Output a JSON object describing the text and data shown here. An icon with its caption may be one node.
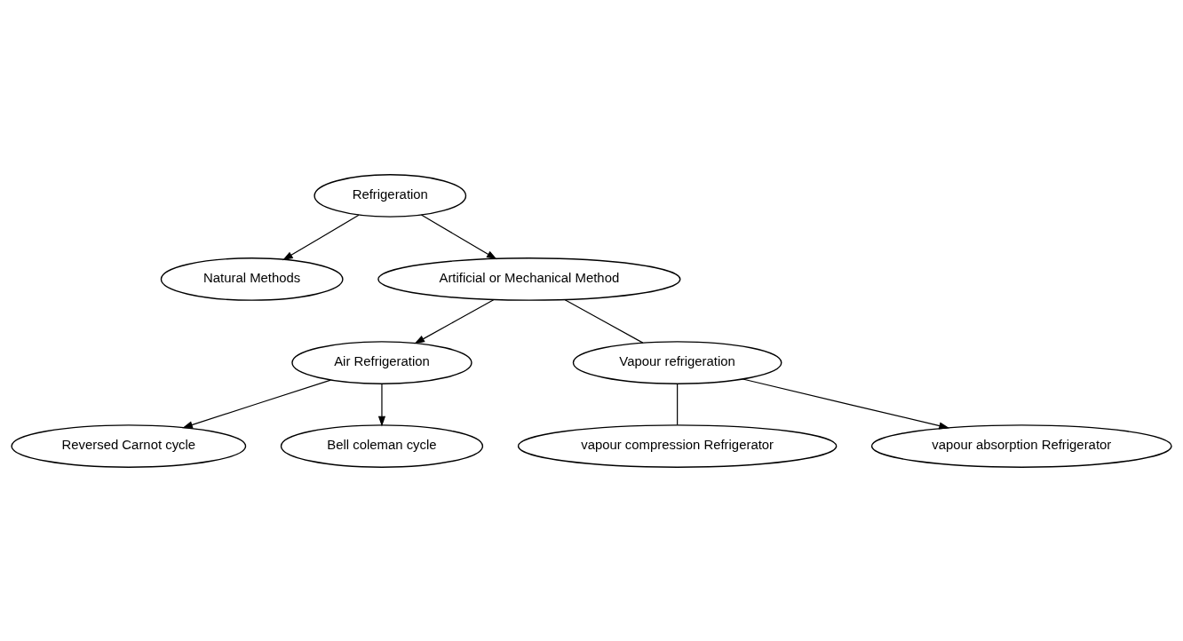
{
  "diagram": {
    "nodes": [
      {
        "text": [
          "Refrigeration"
        ]
      },
      {
        "text": [
          "Natural Methods"
        ]
      },
      {
        "text": [
          "Artificial or Mechanical Method"
        ]
      },
      {
        "text": [
          "Air Refrigeration"
        ]
      },
      {
        "text": [
          "Vapour refrigeration"
        ]
      },
      {
        "text": [
          "Reversed Carnot cycle"
        ]
      },
      {
        "text": [
          "Bell coleman cycle"
        ]
      },
      {
        "text": [
          "vapour compression Refrigerator"
        ]
      },
      {
        "text": [
          "vapour absorption Refrigerator"
        ]
      }
    ],
    "edges": [
      {
        "from": 0,
        "to": 1,
        "arrow": "to"
      },
      {
        "from": 0,
        "to": 2,
        "arrow": "to"
      },
      {
        "from": 2,
        "to": 3,
        "arrow": "to"
      },
      {
        "from": 2,
        "to": 4,
        "arrow": "none"
      },
      {
        "from": 3,
        "to": 5,
        "arrow": "to"
      },
      {
        "from": 3,
        "to": 6,
        "arrow": "to"
      },
      {
        "from": 4,
        "to": 7,
        "arrow": "none"
      },
      {
        "from": 4,
        "to": 8,
        "arrow": "to"
      }
    ]
  }
}
